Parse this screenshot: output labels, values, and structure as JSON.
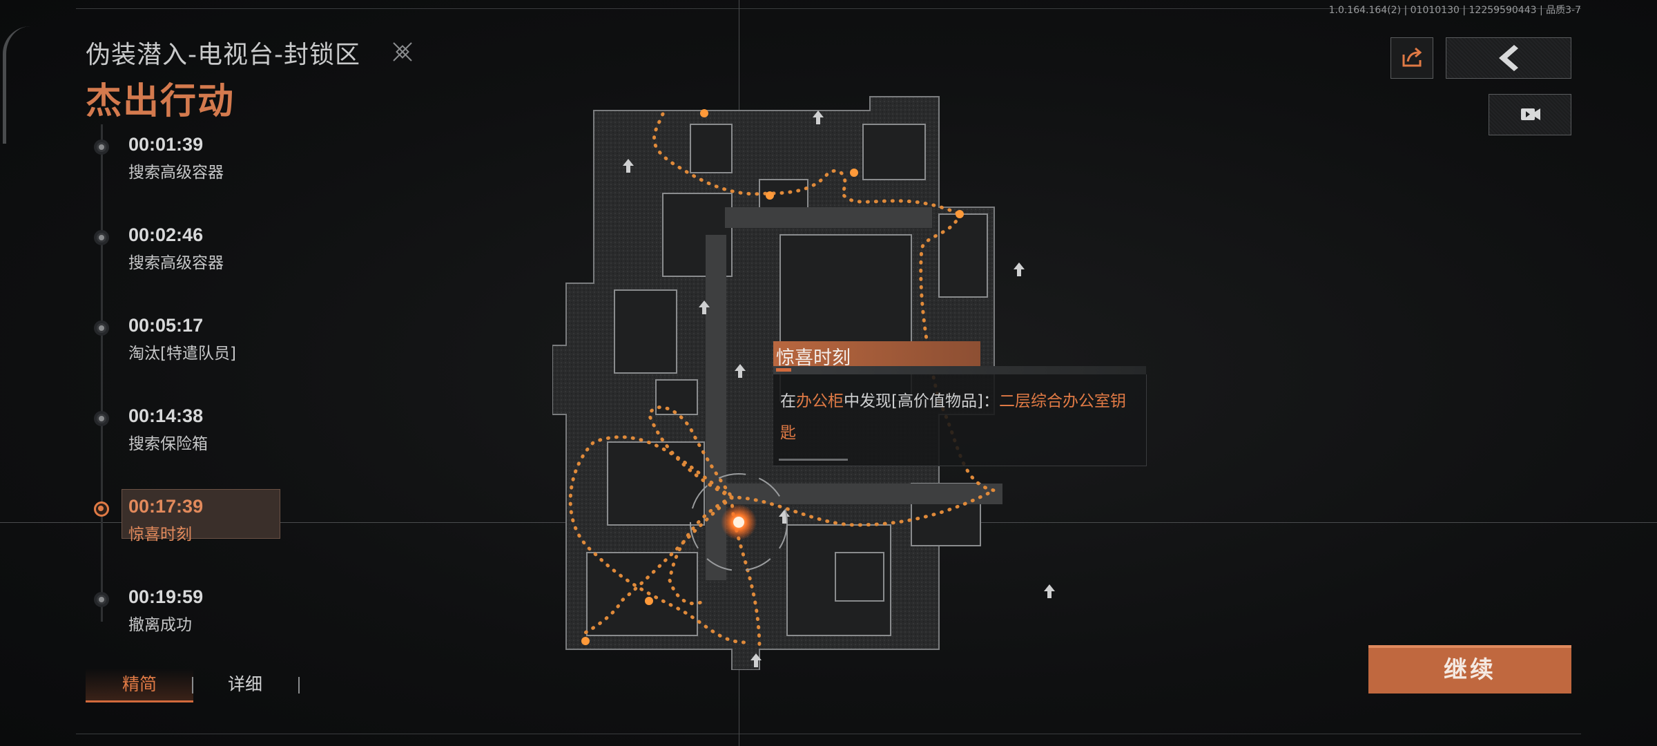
{
  "version_text": "1.0.164.164(2) | 01010130 | 12259590443 | 品质3-7",
  "mission": {
    "title": "伪装潜入-电视台-封锁区",
    "rank": "杰出行动"
  },
  "timeline": [
    {
      "time": "00:01:39",
      "label": "搜索高级容器",
      "active": false
    },
    {
      "time": "00:02:46",
      "label": "搜索高级容器",
      "active": false
    },
    {
      "time": "00:05:17",
      "label": "淘汰[特遣队员]",
      "active": false
    },
    {
      "time": "00:14:38",
      "label": "搜索保险箱",
      "active": false
    },
    {
      "time": "00:17:39",
      "label": "惊喜时刻",
      "active": true
    },
    {
      "time": "00:19:59",
      "label": "撤离成功",
      "active": false
    }
  ],
  "tabs": {
    "simple": "精简",
    "detail": "详细"
  },
  "popup": {
    "title": "惊喜时刻",
    "text_prefix": "在",
    "container": "办公柜",
    "text_mid": "中发现[高价值物品]：",
    "item": "二层综合办公室钥匙"
  },
  "buttons": {
    "continue": "继续"
  },
  "icons": {
    "share": "share-icon",
    "back": "back-arrow-icon",
    "video": "video-icon",
    "title_emblem": "crossed-emblem-icon"
  },
  "colors": {
    "accent": "#d26a3c",
    "route": "#e08a3a",
    "background": "#0d0e0f"
  }
}
